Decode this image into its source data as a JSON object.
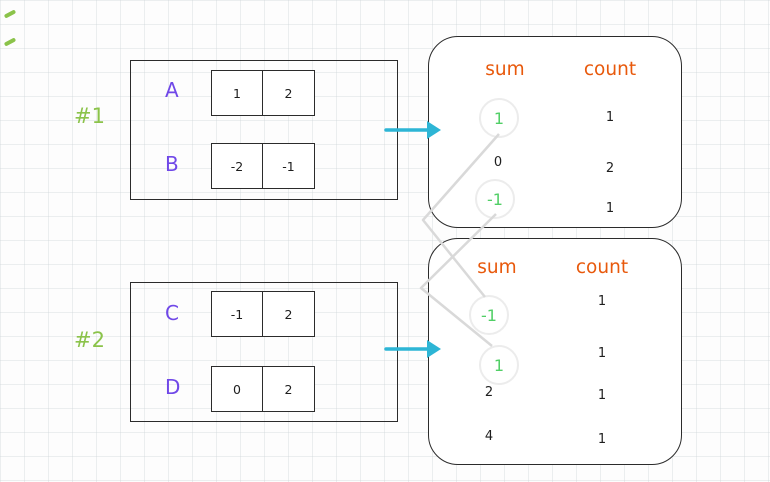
{
  "colors": {
    "example_label_green": "#8bc34a",
    "array_letter_purple": "#7048e8",
    "header_orange": "#e8590c",
    "highlight_green": "#51cf66",
    "arrow_cyan": "#2db5d5",
    "connector_gray": "#d9d9d9"
  },
  "examples": [
    {
      "label": "#1",
      "arrays": [
        {
          "name": "A",
          "values": [
            "1",
            "2"
          ]
        },
        {
          "name": "B",
          "values": [
            "-2",
            "-1"
          ]
        }
      ],
      "table": {
        "headers": {
          "sum": "sum",
          "count": "count"
        },
        "rows": [
          {
            "sum": "1",
            "count": "1",
            "highlight": true
          },
          {
            "sum": "0",
            "count": "2",
            "highlight": false
          },
          {
            "sum": "-1",
            "count": "1",
            "highlight": true
          }
        ]
      }
    },
    {
      "label": "#2",
      "arrays": [
        {
          "name": "C",
          "values": [
            "-1",
            "2"
          ]
        },
        {
          "name": "D",
          "values": [
            "0",
            "2"
          ]
        }
      ],
      "table": {
        "headers": {
          "sum": "sum",
          "count": "count"
        },
        "rows": [
          {
            "sum": "-1",
            "count": "1",
            "highlight": true
          },
          {
            "sum": "1",
            "count": "1",
            "highlight": true
          },
          {
            "sum": "2",
            "count": "1",
            "highlight": false
          },
          {
            "sum": "4",
            "count": "1",
            "highlight": false
          }
        ]
      }
    }
  ]
}
